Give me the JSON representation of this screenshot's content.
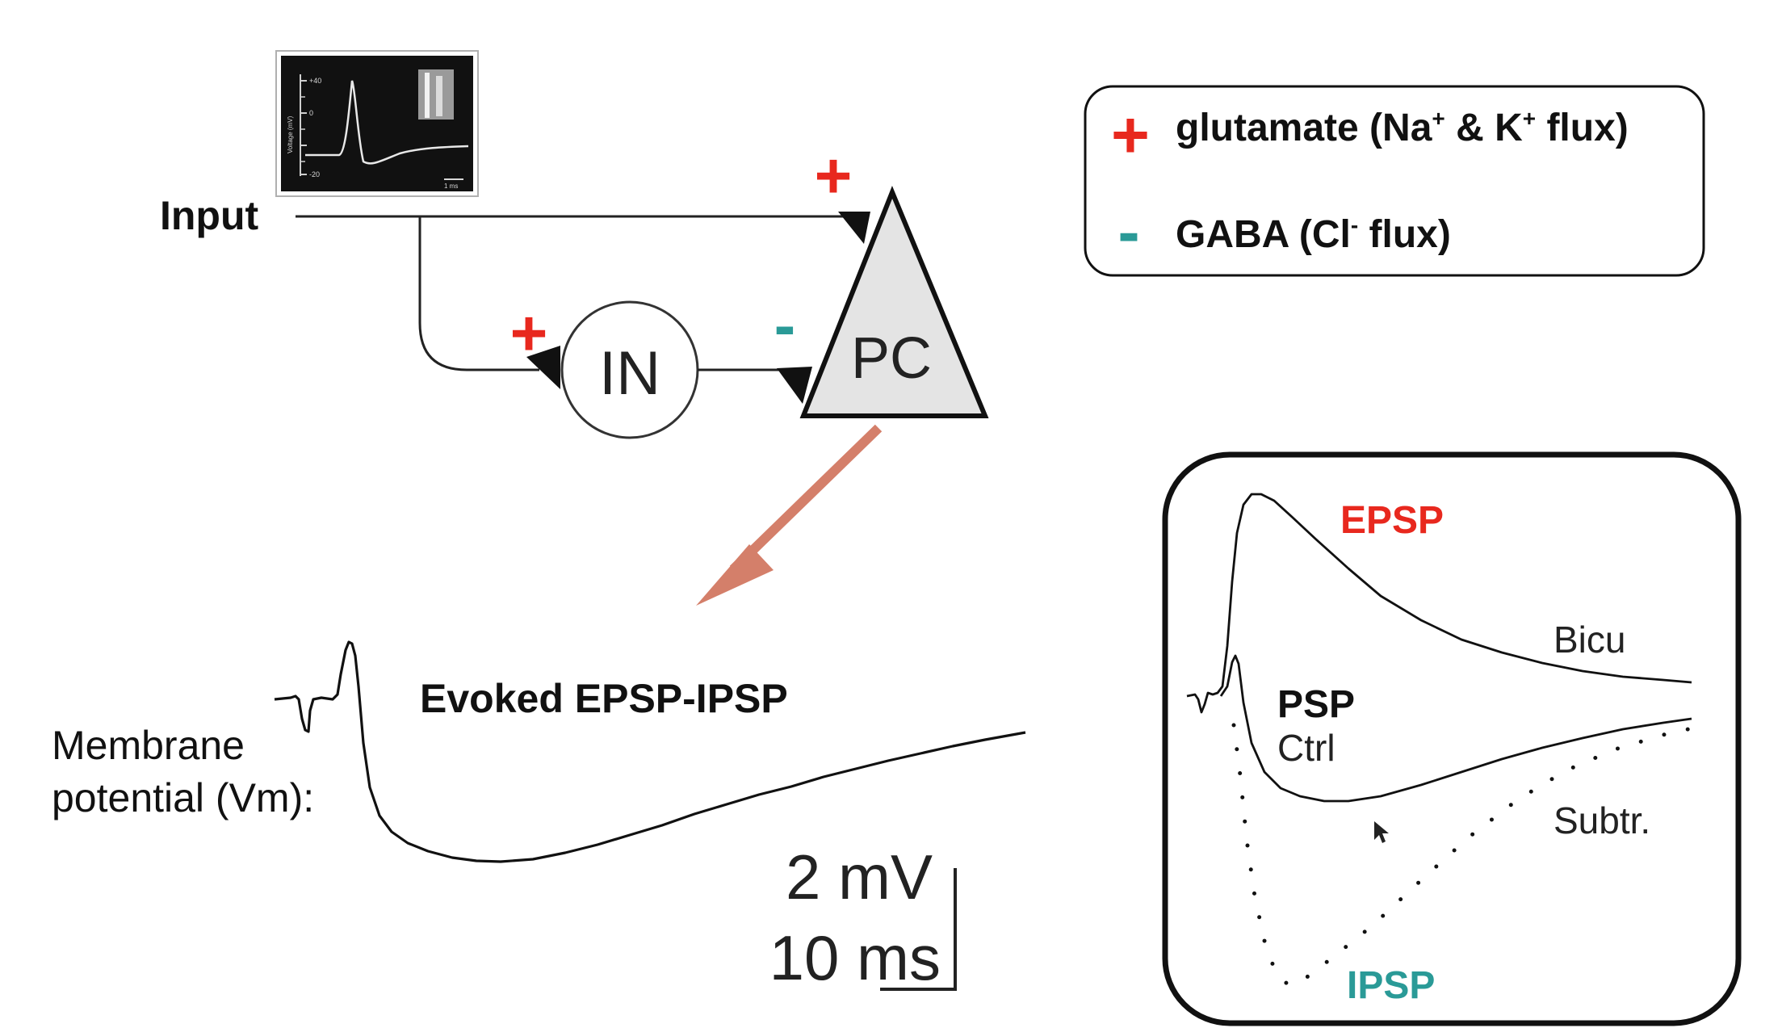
{
  "diagram": {
    "input_label": "Input",
    "interneuron_label": "IN",
    "pyramidal_label": "PC",
    "plus_sign": "+",
    "minus_sign": "-",
    "inset_ticks": [
      "+40",
      "0",
      "-20"
    ],
    "inset_axis_label": "Voltage (mV)",
    "inset_scale": "1 ms"
  },
  "legend": {
    "glutamate_sign": "+",
    "glutamate_prefix": "glutamate (Na",
    "glutamate_sup1": "+",
    "glutamate_mid": " & K",
    "glutamate_sup2": "+",
    "glutamate_suffix": " flux)",
    "gaba_sign": "-",
    "gaba_prefix": "GABA (Cl",
    "gaba_sup": "-",
    "gaba_suffix": " flux)"
  },
  "trace_panel": {
    "title": "Evoked EPSP-IPSP",
    "ylabel_line1": "Membrane",
    "ylabel_line2": "potential (Vm):",
    "scale_mv": "2 mV",
    "scale_ms": "10 ms"
  },
  "inset_panel": {
    "epsp_label": "EPSP",
    "bicu_label": "Bicu",
    "psp_label": "PSP",
    "ctrl_label": "Ctrl",
    "subtr_label": "Subtr.",
    "ipsp_label": "IPSP"
  },
  "colors": {
    "excitatory": "#e8281e",
    "inhibitory": "#2a9a97",
    "arrow": "#d47f6a",
    "soma_fill": "#e4e4e4",
    "ink": "#111111"
  }
}
